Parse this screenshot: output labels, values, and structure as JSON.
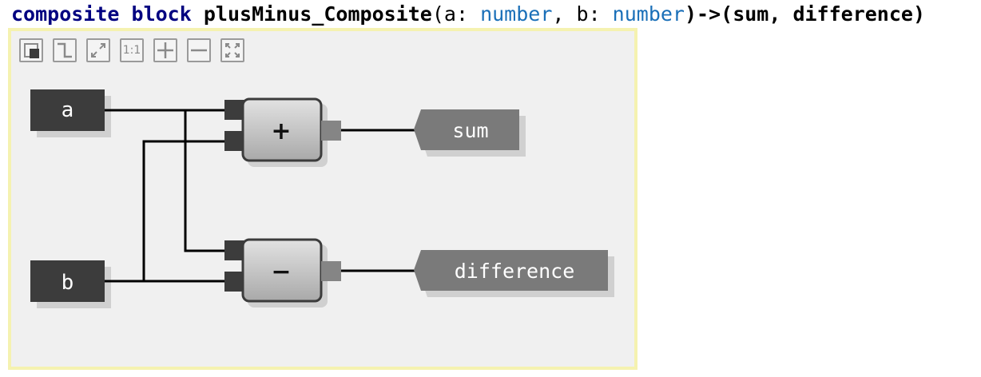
{
  "signature": {
    "keyword1": "composite",
    "keyword2": "block",
    "name": "plusMinus_Composite",
    "open_paren": "(",
    "param1_name": "a",
    "colon1": ": ",
    "param1_type": "number",
    "comma1": ", ",
    "param2_name": "b",
    "colon2": ": ",
    "param2_type": "number",
    "close_arrow": ")->",
    "returns": "(sum, difference)"
  },
  "toolbar": {
    "buttons": [
      {
        "name": "overview-toggle-icon"
      },
      {
        "name": "step-mode-icon"
      },
      {
        "name": "expand-icon"
      },
      {
        "name": "zoom-reset-button",
        "label": "1:1"
      },
      {
        "name": "zoom-in-icon"
      },
      {
        "name": "zoom-out-icon"
      },
      {
        "name": "fit-to-screen-icon"
      }
    ]
  },
  "diagram": {
    "inputs": [
      {
        "id": "a",
        "label": "a"
      },
      {
        "id": "b",
        "label": "b"
      }
    ],
    "operators": [
      {
        "id": "plus",
        "label": "+"
      },
      {
        "id": "minus",
        "label": "−"
      }
    ],
    "outputs": [
      {
        "id": "sum",
        "label": "sum"
      },
      {
        "id": "difference",
        "label": "difference"
      }
    ],
    "colors": {
      "input_block": "#3c3c3c",
      "output_block": "#7a7a7a",
      "operator_fill_top": "#e2e2e2",
      "operator_fill_bottom": "#a9a9a9",
      "port": "#3c3c3c",
      "out_port": "#858585",
      "shadow": "#d0d0d0",
      "wire": "#000000",
      "frame_border": "#f5f2b0",
      "frame_bg": "#f0f0f0"
    }
  }
}
